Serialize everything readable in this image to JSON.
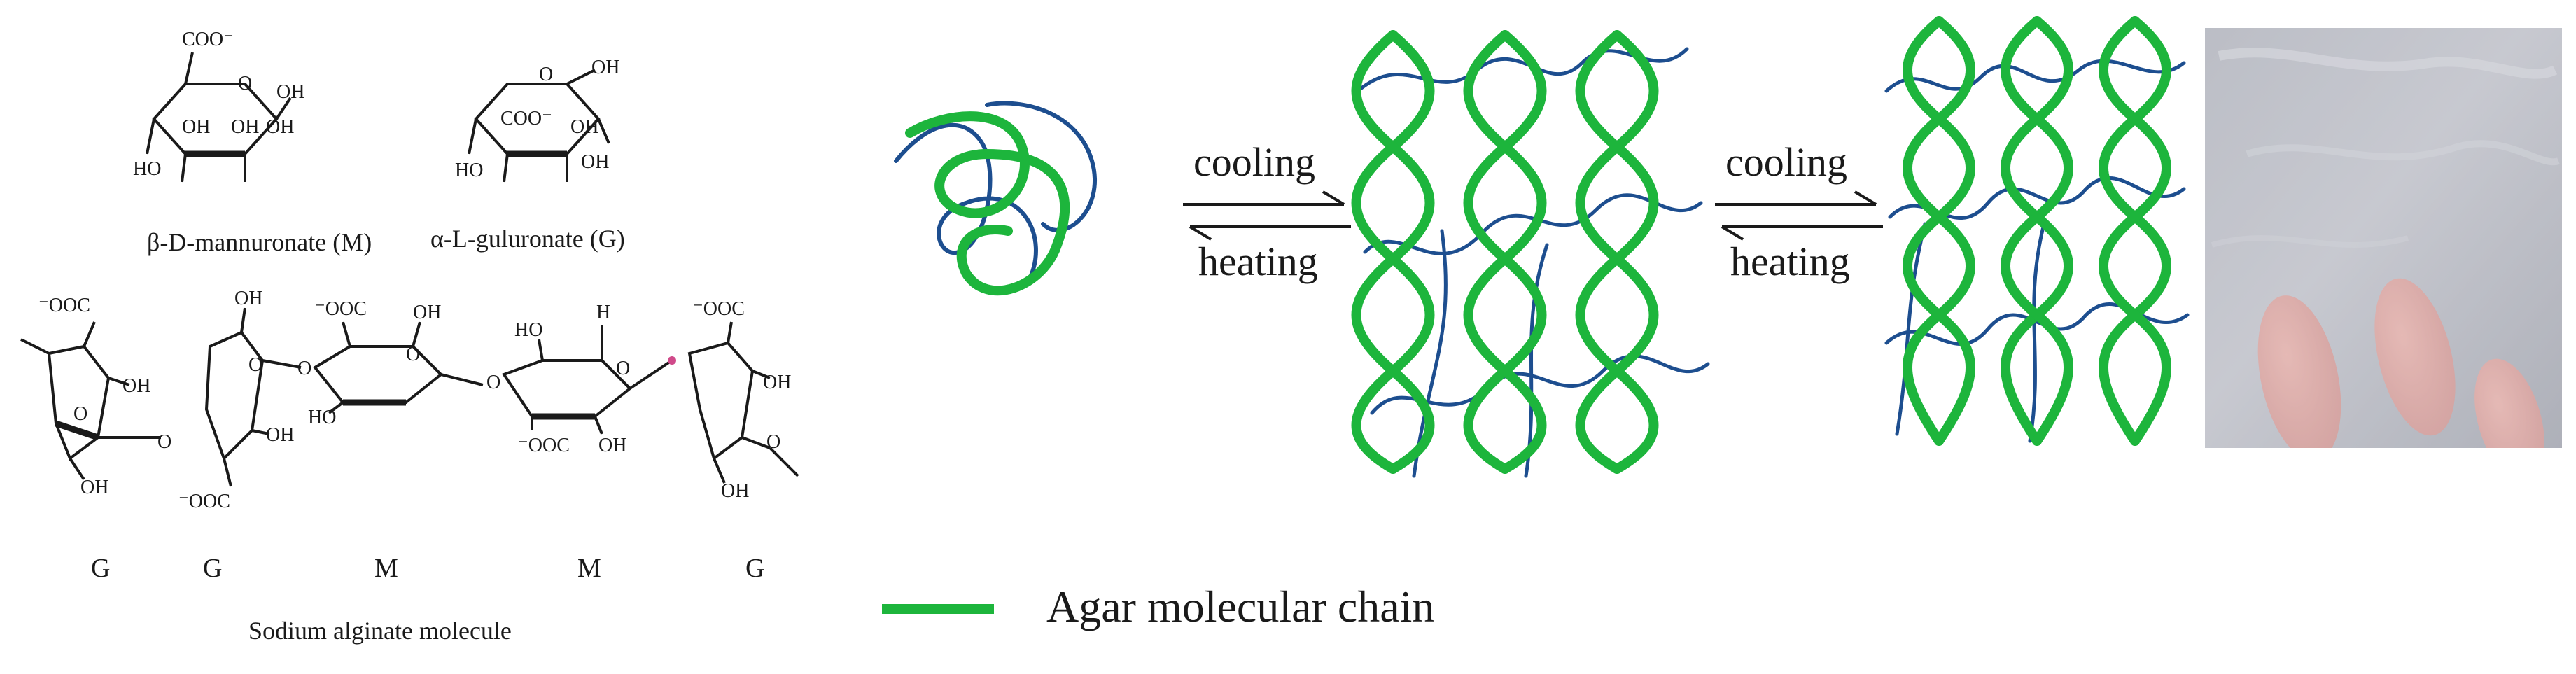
{
  "monomers": {
    "mannuronate": {
      "name": "β-D-mannuronate (M)",
      "groups": [
        "COO⁻",
        "O",
        "OH",
        "OH",
        "OH",
        "HO",
        "OH"
      ]
    },
    "guluronate": {
      "name": "α-L-guluronate (G)",
      "groups": [
        "O",
        "OH",
        "COO⁻",
        "OH",
        "HO",
        "OH"
      ]
    }
  },
  "alginate": {
    "chain_groups": [
      "⁻OOC",
      "OH",
      "OH",
      "O",
      "O",
      "OH",
      "⁻OOC",
      "⁻OOC",
      "OH",
      "HO",
      "O",
      "O",
      "OH",
      "HO",
      "O",
      "⁻OOC",
      "H",
      "OH",
      "O",
      "⁻OOC",
      "OH",
      "O",
      "OH",
      "O"
    ],
    "sequence": [
      "G",
      "G",
      "M",
      "M",
      "G"
    ],
    "caption": "Sodium alginate molecule"
  },
  "transitions": [
    {
      "forward": "cooling",
      "reverse": "heating"
    },
    {
      "forward": "cooling",
      "reverse": "heating"
    }
  ],
  "legend": {
    "label": "Agar molecular chain",
    "color": "#1db53c"
  },
  "colors": {
    "agar": "#1db53c",
    "alginate": "#1d4e8f",
    "ink": "#1a1a1a"
  }
}
